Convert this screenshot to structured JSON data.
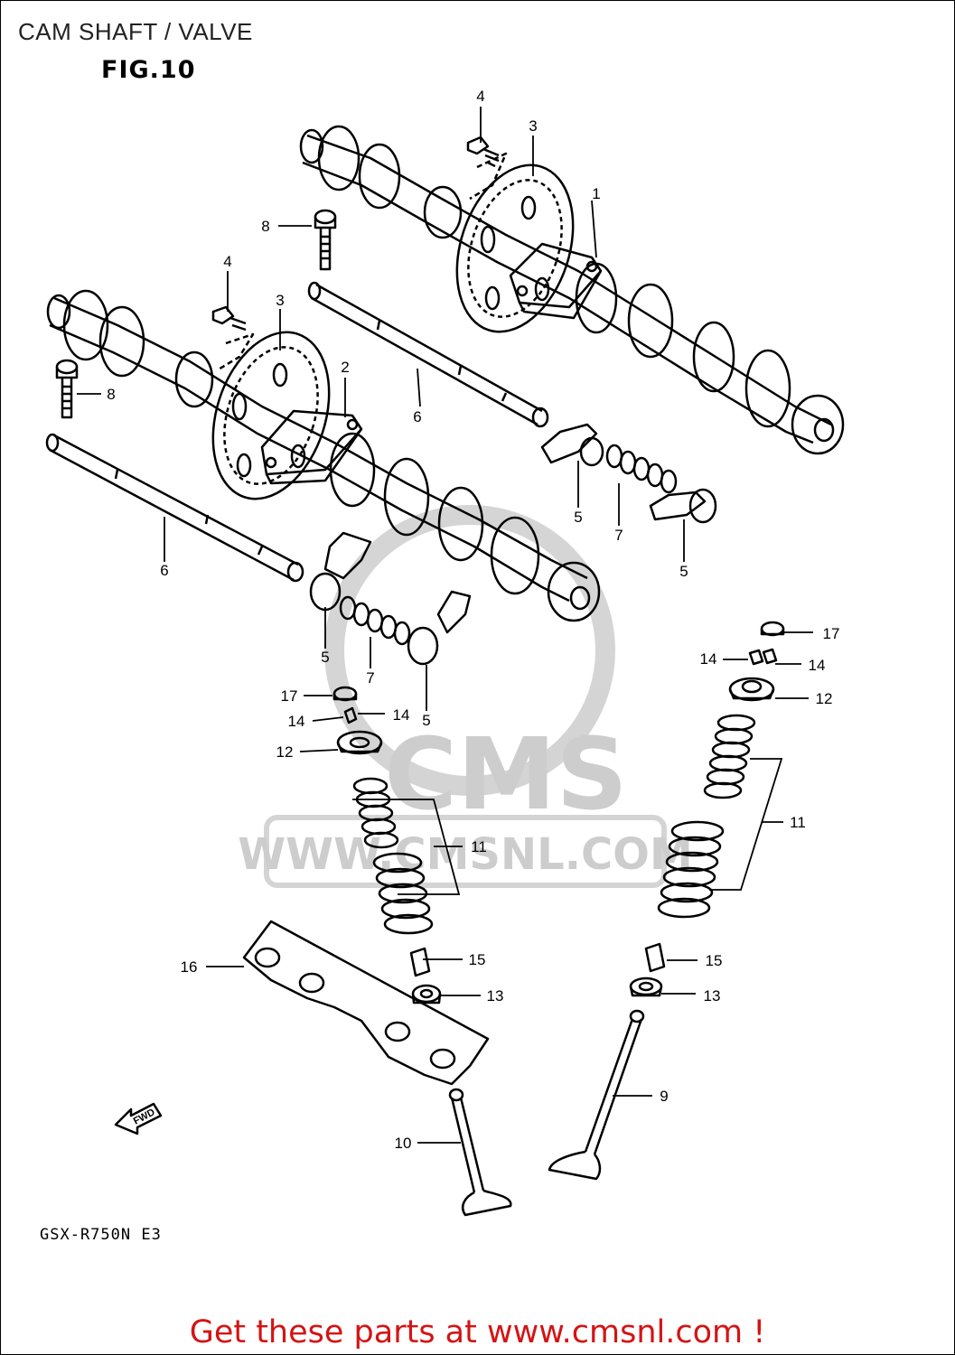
{
  "header": {
    "title": "CAM SHAFT / VALVE",
    "figure": "FIG.10"
  },
  "model_code": "GSX-R750N E3",
  "watermark": {
    "logo_text": "CMS",
    "url_text": "WWW.CMSNL.COM"
  },
  "fwd_label": "FWD",
  "callouts": {
    "c1": "1",
    "c2": "2",
    "c3a": "3",
    "c3b": "3",
    "c4a": "4",
    "c4b": "4",
    "c5a": "5",
    "c5b": "5",
    "c5c": "5",
    "c5d": "5",
    "c6a": "6",
    "c6b": "6",
    "c7a": "7",
    "c7b": "7",
    "c8a": "8",
    "c8b": "8",
    "c9": "9",
    "c10": "10",
    "c11a": "11",
    "c11b": "11",
    "c12a": "12",
    "c12b": "12",
    "c13a": "13",
    "c13b": "13",
    "c14a": "14",
    "c14b": "14",
    "c14c": "14",
    "c14d": "14",
    "c15a": "15",
    "c15b": "15",
    "c16": "16",
    "c17a": "17",
    "c17b": "17"
  },
  "footer": {
    "text": "Get these parts at www.cmsnl.com !"
  },
  "colors": {
    "footer": "#d41414",
    "line": "#000000",
    "watermark": "#c8c8c8"
  }
}
